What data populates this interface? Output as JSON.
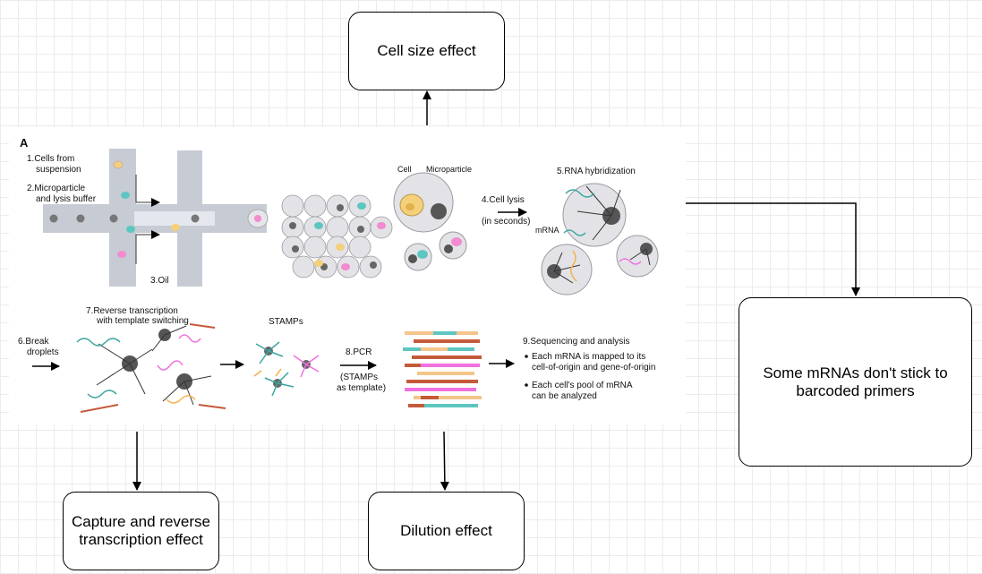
{
  "boxes": {
    "top": "Cell size effect",
    "right": "Some mRNAs don't stick to barcoded primers",
    "bottom_left": "Capture and reverse transcription effect",
    "bottom_mid": "Dilution effect"
  },
  "figure": {
    "panel_letter": "A",
    "step1_line1": "1.Cells from",
    "step1_line2": "suspension",
    "step2_line1": "2.Microparticle",
    "step2_line2": "and lysis buffer",
    "step3": "3.Oil",
    "cell_label": "Cell",
    "microparticle_label": "Microparticle",
    "step4_line1": "4.Cell lysis",
    "step4_line2": "(in seconds)",
    "step5": "5.RNA hybridization",
    "mrna_label": "mRNA",
    "step6_line1": "6.Break",
    "step6_line2": "droplets",
    "step7_line1": "7.Reverse transcription",
    "step7_line2": "with template switching",
    "stamps_label": "STAMPs",
    "step8_line1": "8.PCR",
    "step8_line2": "(STAMPs",
    "step8_line3": "as template)",
    "step9": "9.Sequencing and analysis",
    "bullet1_line1": "Each mRNA is mapped to its",
    "bullet1_line2": "cell-of-origin and gene-of-origin",
    "bullet2_line1": "Each cell's pool of mRNA",
    "bullet2_line2": "can be analyzed"
  }
}
